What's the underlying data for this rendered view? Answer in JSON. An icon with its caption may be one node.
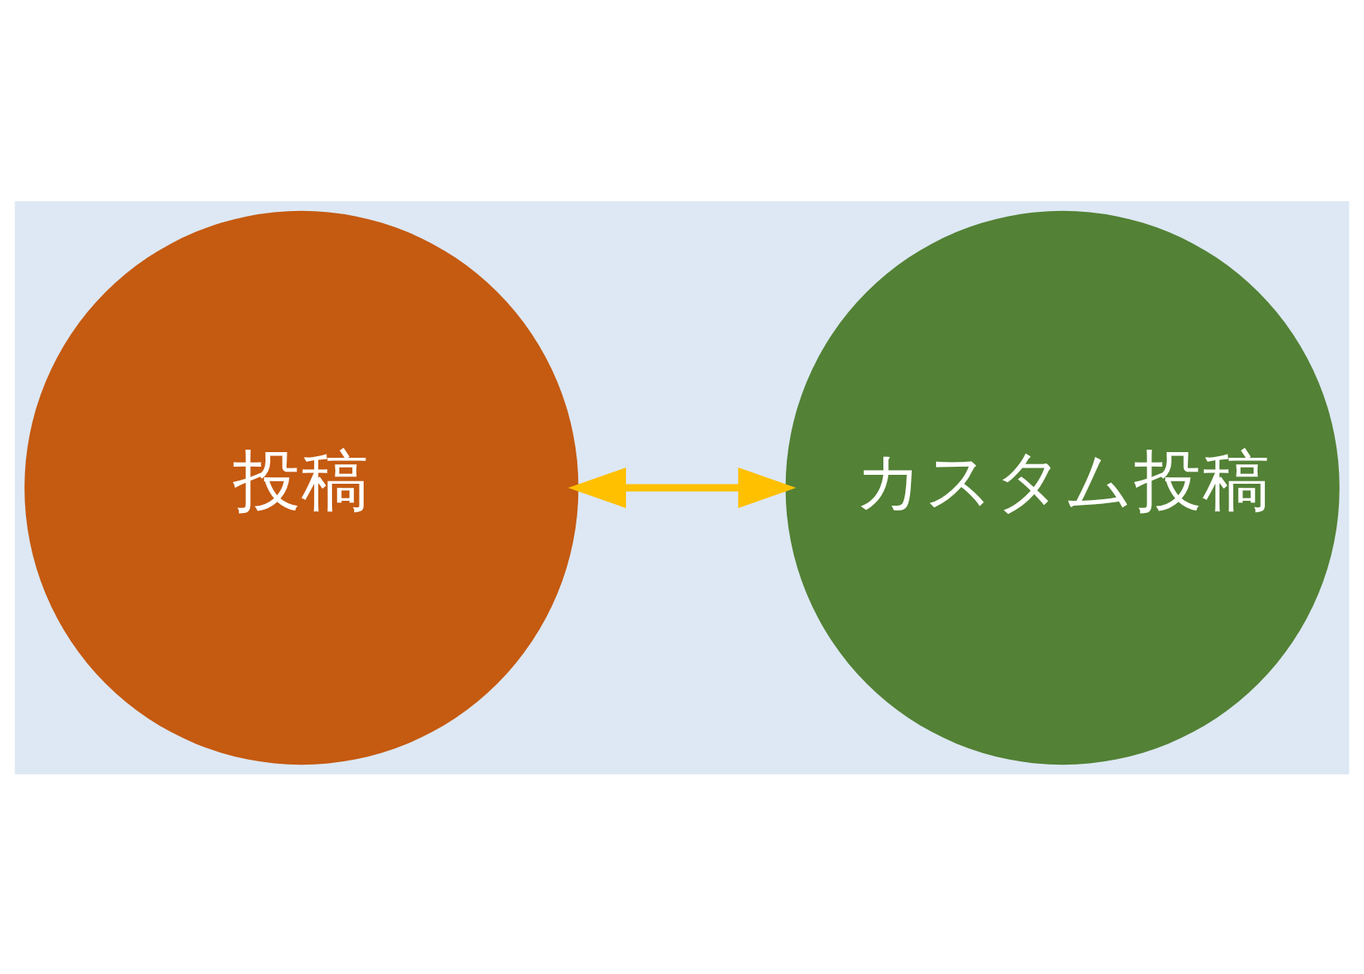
{
  "diagram": {
    "nodes": [
      {
        "text": [
          "投稿"
        ]
      },
      {
        "text": [
          "カスタム投稿"
        ]
      }
    ],
    "edges": [
      {
        "from": 0,
        "to": 1,
        "arrow": "both",
        "color": "#ffc000"
      }
    ]
  }
}
